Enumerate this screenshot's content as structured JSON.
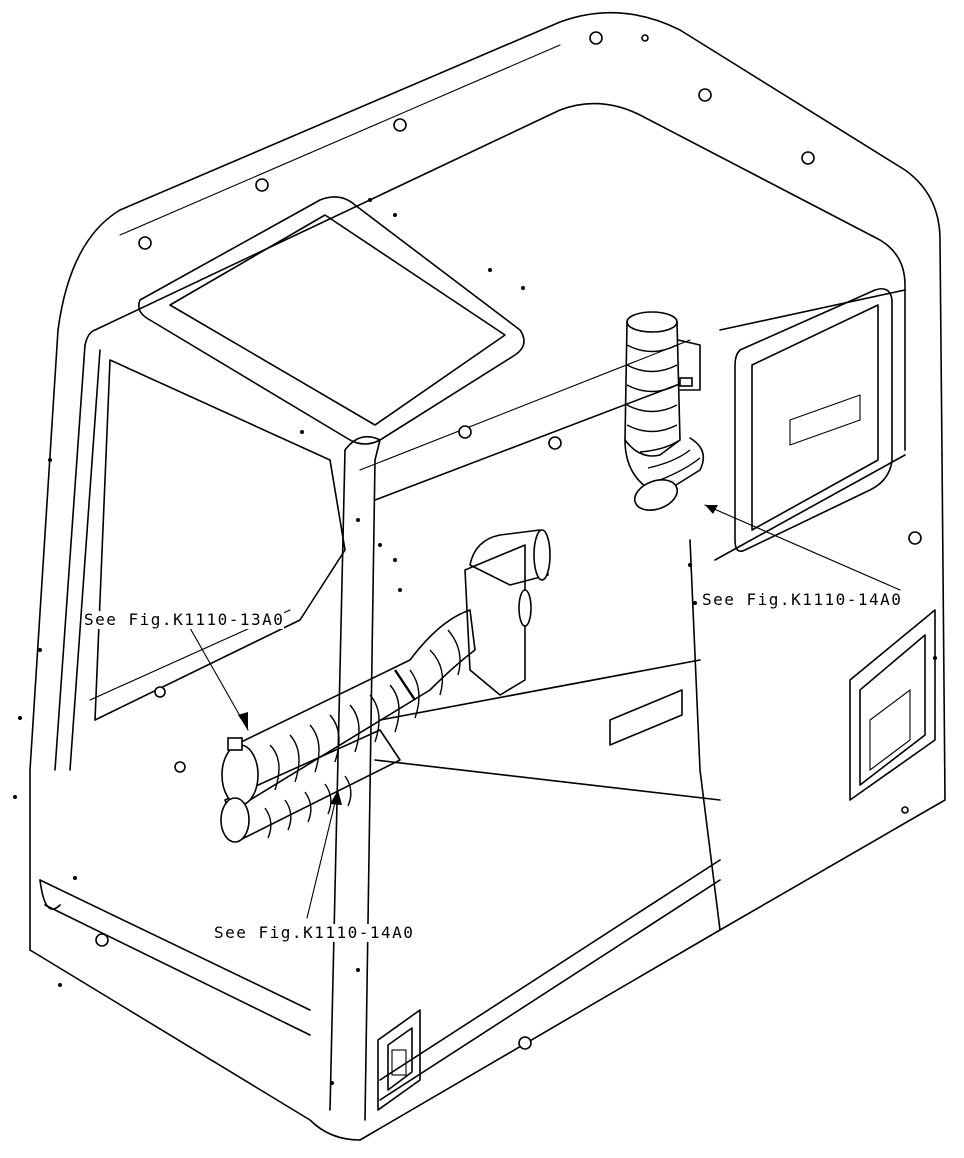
{
  "callouts": [
    {
      "id": "ref-13a0",
      "text": "See Fig.K1110-13A0"
    },
    {
      "id": "ref-14a0-upper",
      "text": "See Fig.K1110-14A0"
    },
    {
      "id": "ref-14a0-lower",
      "text": "See Fig.K1110-14A0"
    }
  ]
}
